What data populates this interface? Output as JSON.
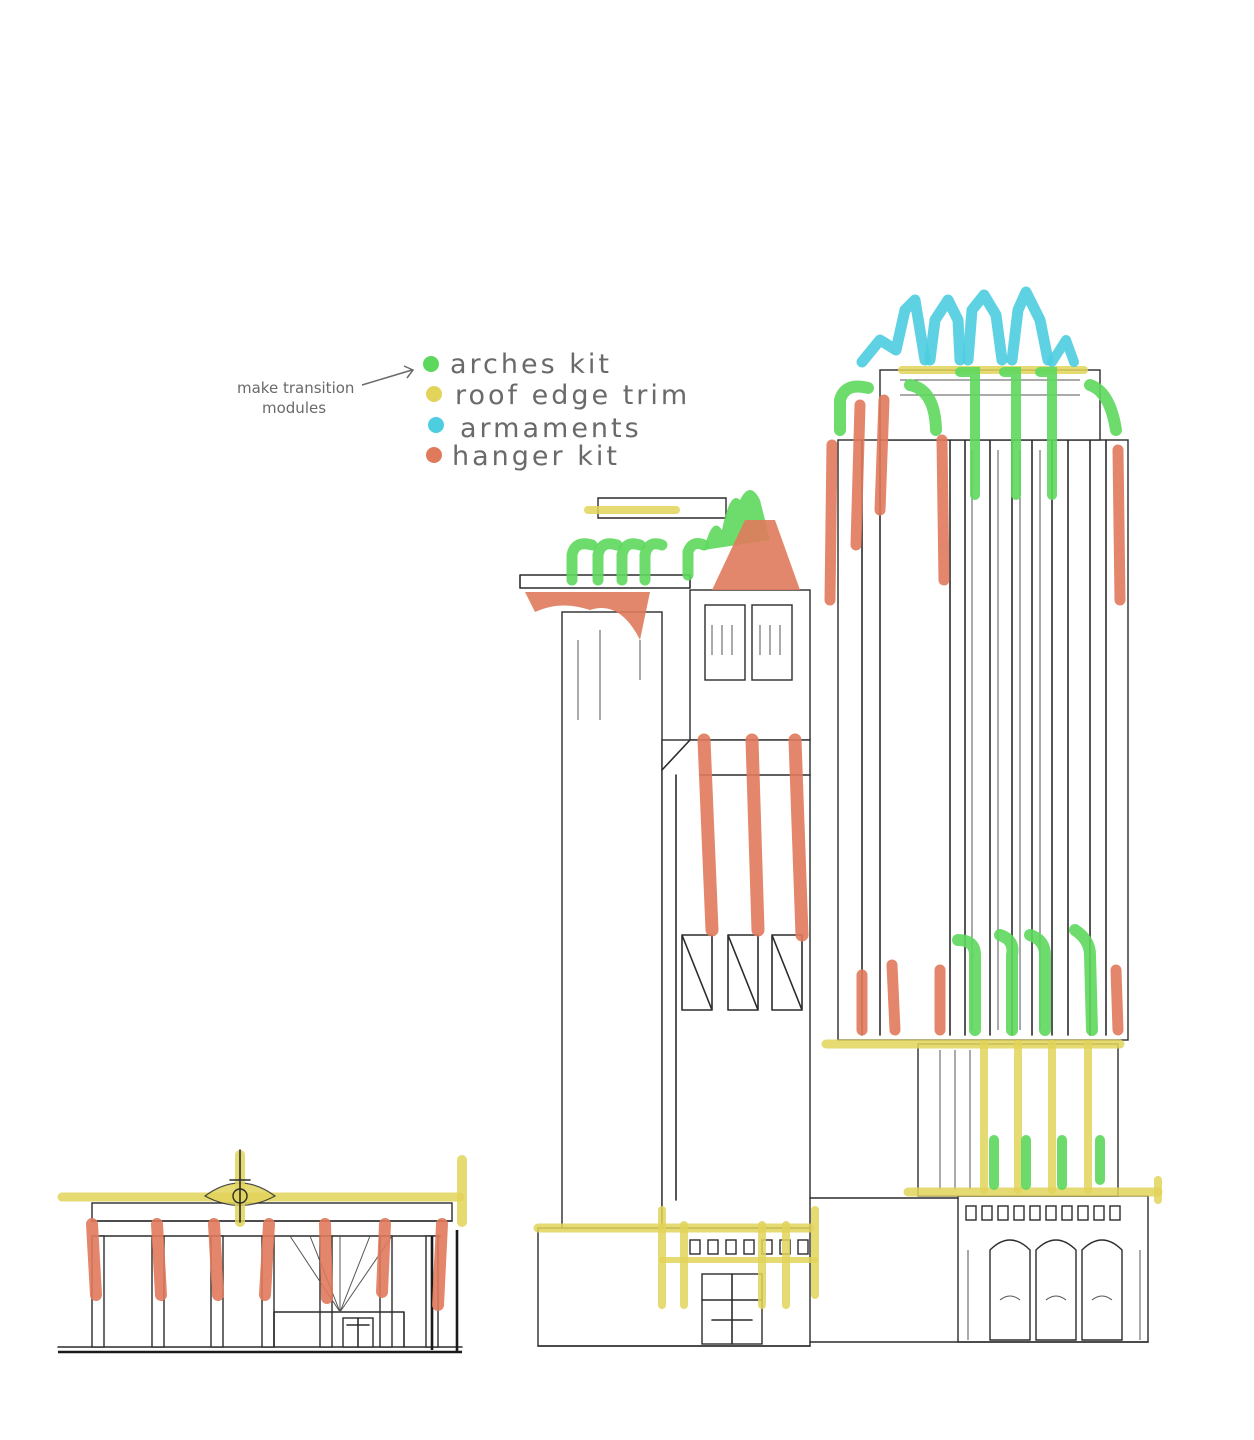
{
  "legend": {
    "items": [
      {
        "id": "arches",
        "label": "arches kit",
        "color": "#5dd85d"
      },
      {
        "id": "trim",
        "label": "roof edge trim",
        "color": "#e2d45a"
      },
      {
        "id": "armaments",
        "label": "armaments",
        "color": "#4ccde0"
      },
      {
        "id": "hanger",
        "label": "hanger kit",
        "color": "#e07a5c"
      }
    ],
    "note": {
      "line1": "make transition",
      "line2": "modules"
    }
  },
  "colors": {
    "ink": "#2c2c2c",
    "arches": "#5dd85d",
    "trim": "#e2d45a",
    "armaments": "#4ccde0",
    "hanger": "#e07a5c"
  }
}
